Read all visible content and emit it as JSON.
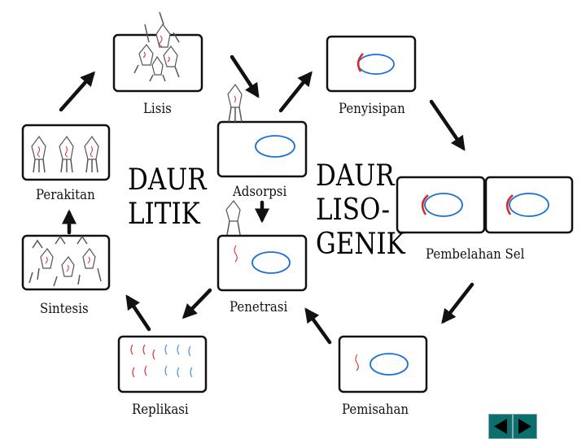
{
  "labels": {
    "lisis": "Lisis",
    "penyisipan": "Penyisipan",
    "perakitan": "Perakitan",
    "adsorpsi": "Adsorpsi",
    "pembelahan": "Pembelahan Sel",
    "sintesis": "Sintesis",
    "penetrasi": "Penetrasi",
    "replikasi": "Replikasi",
    "pemisahan": "Pemisahan"
  },
  "titles": {
    "litik": [
      "DAUR",
      "LITIK"
    ],
    "lisogenik": [
      "DAUR",
      "LISO-",
      "GENIK"
    ]
  },
  "navigation": {
    "back": "previous-slide",
    "forward": "next-slide"
  },
  "colors": {
    "cell_outline": "#1a6fd6",
    "dna_red": "#d42a2a",
    "dna_blue": "#3a8fe0",
    "nav_button": "#0b6f6e"
  }
}
